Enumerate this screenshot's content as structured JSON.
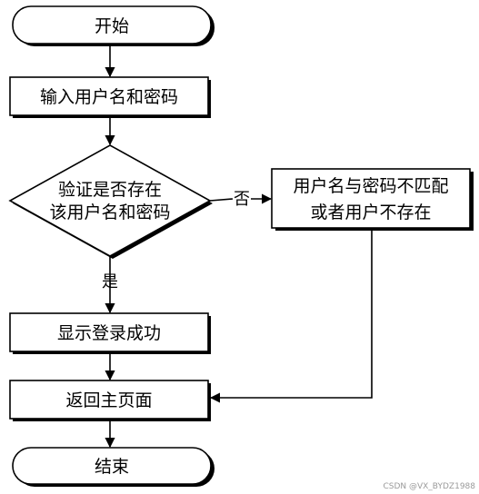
{
  "flowchart": {
    "start": "开始",
    "input": "输入用户名和密码",
    "decision": {
      "line1": "验证是否存在",
      "line2": "该用户名和密码"
    },
    "error": {
      "line1": "用户名与密码不匹配",
      "line2": "或者用户不存在"
    },
    "success": "显示登录成功",
    "return_home": "返回主页面",
    "end": "结束",
    "label_no": "否",
    "label_yes": "是"
  },
  "watermark": "CSDN @VX_BYDZ1988"
}
